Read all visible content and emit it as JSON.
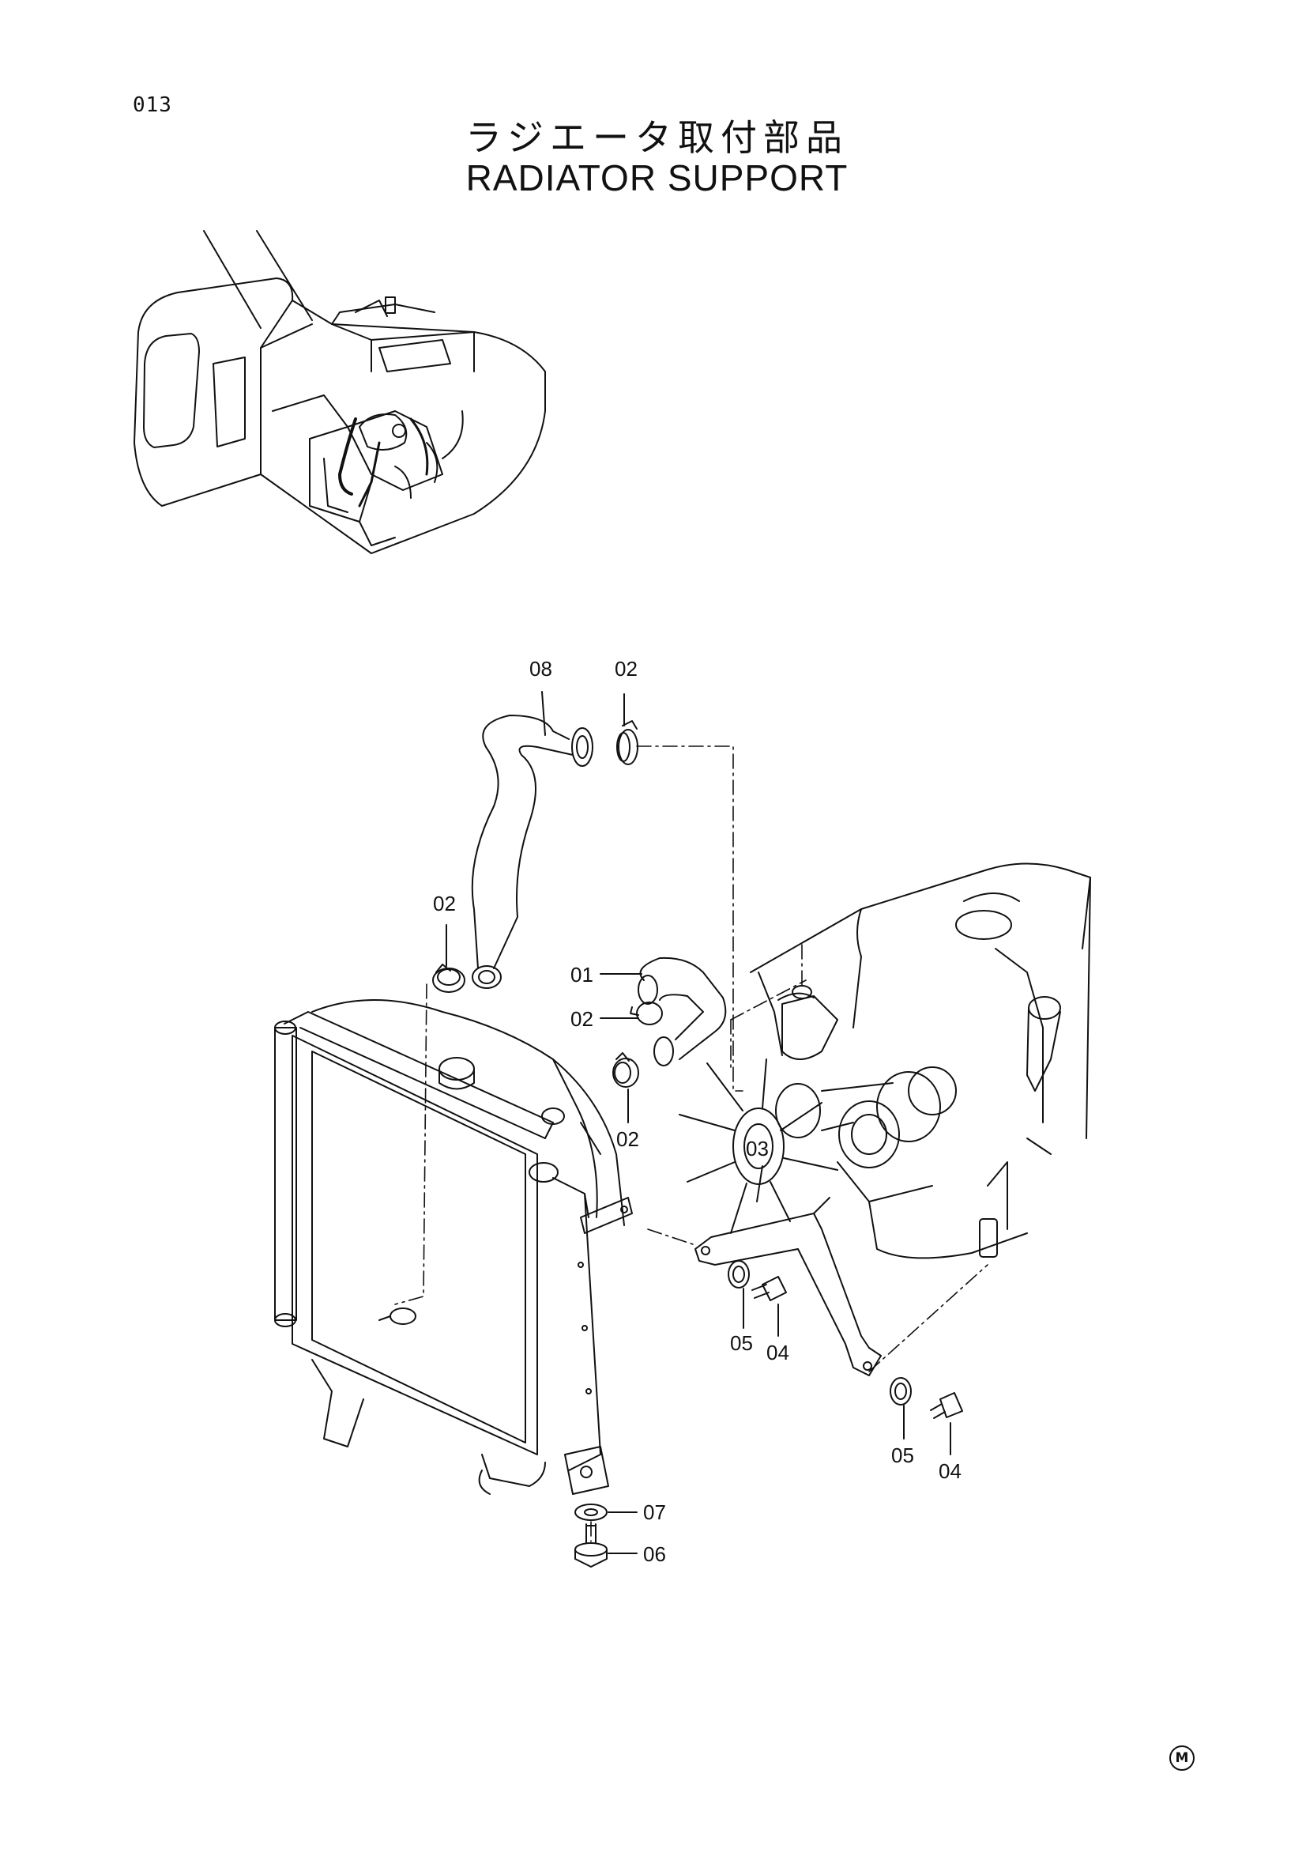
{
  "page": {
    "number": "013"
  },
  "title": {
    "japanese": "ラジエータ取付部品",
    "english": "RADIATOR SUPPORT"
  },
  "callouts": {
    "c08": "08",
    "c02_top": "02",
    "c02_mid": "02",
    "c01": "01",
    "c02_inlet": "02",
    "c02_lower": "02",
    "c03": "03",
    "c05_left": "05",
    "c04_left": "04",
    "c05_right": "05",
    "c04_right": "04",
    "c07": "07",
    "c06": "06"
  },
  "mark": {
    "symbol": "M"
  },
  "colors": {
    "ink": "#111111",
    "paper": "#ffffff"
  }
}
